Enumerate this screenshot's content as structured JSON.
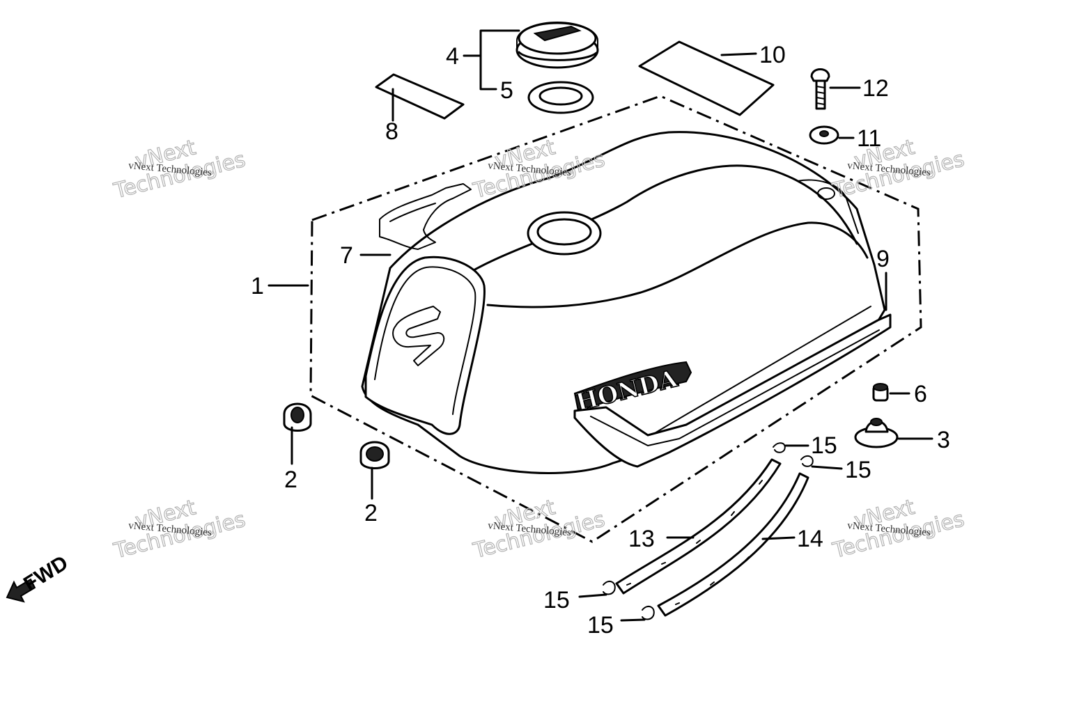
{
  "callouts": {
    "c1": "1",
    "c2a": "2",
    "c2b": "2",
    "c3": "3",
    "c4": "4",
    "c5": "5",
    "c6": "6",
    "c7": "7",
    "c8": "8",
    "c9": "9",
    "c10": "10",
    "c11": "11",
    "c12": "12",
    "c13": "13",
    "c14": "14",
    "c15a": "15",
    "c15b": "15",
    "c15c": "15",
    "c15d": "15"
  },
  "tank_logo": "HONDA",
  "direction_label": "FWD",
  "watermark": {
    "line1": "vNext",
    "line2": "Technologies",
    "small": "vNext Technologies"
  }
}
